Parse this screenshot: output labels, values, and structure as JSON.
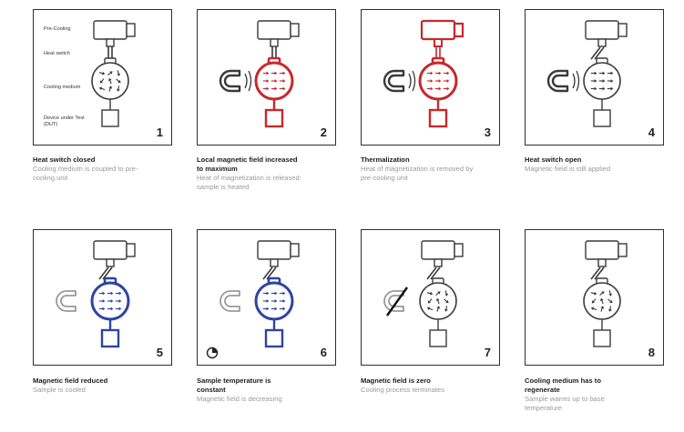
{
  "colors": {
    "neutral": "#3a3a3a",
    "hot": "#c8282c",
    "cold": "#2e45a0",
    "grey": "#9a9a9a"
  },
  "labels": {
    "pre_cooling": "Pre-Cooling",
    "heat_switch": "Heat switch",
    "cooling_medium": "Cooling medium",
    "dut_line1": "Device under Test",
    "dut_line2": "(DUT)"
  },
  "panels": [
    {
      "number": "1",
      "title": "Heat switch closed",
      "desc": "Cooling medium is coupled to pre-cooling unit",
      "state": {
        "color": "neutral",
        "top": "neutral",
        "switch": "closed",
        "magnet": "none",
        "aligned": false,
        "dut": "neutral"
      }
    },
    {
      "number": "2",
      "title": "Local magnetic field increased to maximum",
      "desc": "Heat of magnetization is released: sample is heated",
      "state": {
        "color": "hot",
        "top": "neutral",
        "switch": "closed",
        "magnet": "active",
        "aligned": true,
        "dut": "hot"
      }
    },
    {
      "number": "3",
      "title": "Thermalization",
      "desc": "Heat of magnetization is removed by pre-cooling unit",
      "state": {
        "color": "hot",
        "top": "hot",
        "switch": "closed",
        "magnet": "active",
        "aligned": true,
        "dut": "hot"
      }
    },
    {
      "number": "4",
      "title": "Heat switch open",
      "desc": "Magnetic field is still applied",
      "state": {
        "color": "neutral",
        "top": "neutral",
        "switch": "open",
        "magnet": "active",
        "aligned": true,
        "dut": "neutral"
      }
    },
    {
      "number": "5",
      "title": "Magnetic field reduced",
      "desc": "Sample is cooled",
      "state": {
        "color": "cold",
        "top": "neutral",
        "switch": "open",
        "magnet": "faded",
        "aligned": true,
        "dut": "cold"
      }
    },
    {
      "number": "6",
      "title": "Sample temperature is constant",
      "desc": "Magnetic field is decreasing",
      "state": {
        "color": "cold",
        "top": "neutral",
        "switch": "open",
        "magnet": "faded",
        "aligned": true,
        "dut": "cold",
        "clock": true
      }
    },
    {
      "number": "7",
      "title": "Magnetic field is zero",
      "desc": "Cooling process terminates",
      "state": {
        "color": "neutral",
        "top": "neutral",
        "switch": "open",
        "magnet": "crossed",
        "aligned": false,
        "dut": "neutral"
      }
    },
    {
      "number": "8",
      "title": "Cooling medium has to regenerate",
      "desc": "Sample warms up to base temperature",
      "state": {
        "color": "neutral",
        "top": "neutral",
        "switch": "open",
        "magnet": "none",
        "aligned": false,
        "dut": "neutral"
      }
    }
  ]
}
